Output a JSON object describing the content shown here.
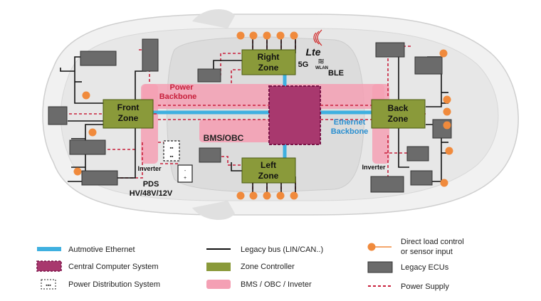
{
  "zones": {
    "front": [
      "Front",
      "Zone"
    ],
    "right": [
      "Right",
      "Zone"
    ],
    "left": [
      "Left",
      "Zone"
    ],
    "back": [
      "Back",
      "Zone"
    ]
  },
  "labels": {
    "power_backbone": [
      "Power",
      "Backbone"
    ],
    "ethernet_backbone": [
      "Ethernet",
      "Backbone"
    ],
    "bms_obc": "BMS/OBC",
    "inverter_front": "Inverter",
    "inverter_back": "Inverter",
    "pds": [
      "PDS",
      "HV/48V/12V"
    ],
    "lte": "Lte",
    "five_g": "5G",
    "wlan": "WLAN",
    "ble": "BLE"
  },
  "legend": {
    "ethernet": "Autmotive Ethernet",
    "central": "Central Computer System",
    "pds": "Power Distribution System",
    "legacy_bus": "Legacy bus (LIN/CAN..)",
    "zone_controller": "Zone Controller",
    "bms": "BMS / OBC / Inveter",
    "direct_load": [
      "Direct load control",
      "or sensor input"
    ],
    "legacy_ecus": "Legacy ECUs",
    "power_supply": "Power Supply"
  },
  "colors": {
    "ethernet": "#3fb0e0",
    "central_fill": "#a8386e",
    "central_border": "#8a1a50",
    "zone_fill": "#8a9a3a",
    "pink": "#f4a0b4",
    "ecu": "#6b6b6b",
    "sensor": "#f08a3c",
    "power": "#c8203c"
  }
}
